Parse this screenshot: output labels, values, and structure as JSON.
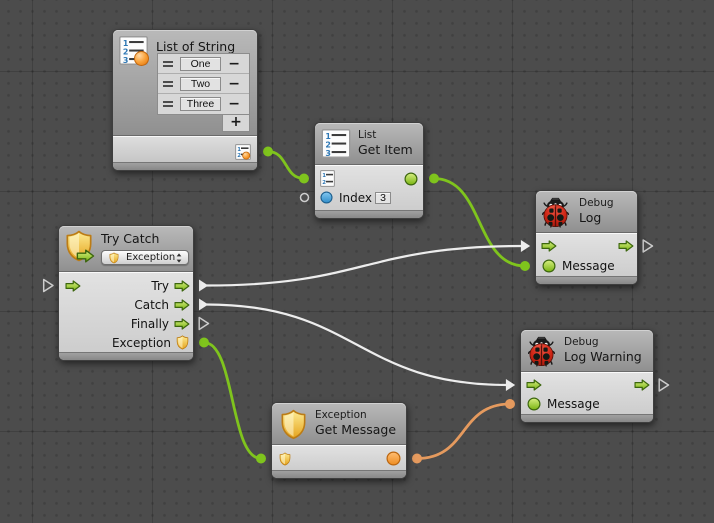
{
  "app": {
    "name": "visual-scripting-flow-graph"
  },
  "nodes": {
    "listOfString": {
      "title": "List of String",
      "items": [
        "One",
        "Two",
        "Three"
      ],
      "remove_label": "−",
      "add_label": "+"
    },
    "getItem": {
      "surtitle": "List",
      "title": "Get Item",
      "index_label": "Index",
      "index_value": "3"
    },
    "tryCatch": {
      "title": "Try Catch",
      "dropdown_value": "Exception",
      "port_try": "Try",
      "port_catch": "Catch",
      "port_finally": "Finally",
      "port_exception": "Exception"
    },
    "log": {
      "surtitle": "Debug",
      "title": "Log",
      "port_message": "Message"
    },
    "logWarning": {
      "surtitle": "Debug",
      "title": "Log Warning",
      "port_message": "Message"
    },
    "getMessage": {
      "surtitle": "Exception",
      "title": "Get Message"
    }
  },
  "colors": {
    "wire_control": "#ededed",
    "wire_value_green": "#7fc41d",
    "wire_value_orange": "#e59a5e",
    "marker_unconnected": "#cdcdcd"
  },
  "connections": [
    {
      "from": "p-a-out",
      "fromSide": "right",
      "to": "p-b-row1",
      "toSide": "left",
      "kind": "value",
      "color": "#7fc41d"
    },
    {
      "from": "p-b-row1",
      "fromSide": "right",
      "to": "p-d-row2",
      "toSide": "left",
      "kind": "value",
      "color": "#7fc41d"
    },
    {
      "from": "p-c-try",
      "fromSide": "right",
      "to": "p-d-row1",
      "toSide": "left",
      "kind": "control",
      "color": "#ededed"
    },
    {
      "from": "p-c-catch",
      "fromSide": "right",
      "to": "p-e-row1",
      "toSide": "left",
      "kind": "control",
      "color": "#ededed"
    },
    {
      "from": "p-c-exception",
      "fromSide": "right",
      "to": "p-f-row",
      "toSide": "left",
      "kind": "value",
      "color": "#7fc41d"
    },
    {
      "from": "p-f-row",
      "fromSide": "right",
      "to": "p-e-row2",
      "toSide": "left",
      "kind": "value",
      "color": "#e59a5e"
    }
  ],
  "unconnected_markers": [
    {
      "el": "p-c-try",
      "side": "left",
      "shape": "triangle"
    },
    {
      "el": "p-c-finally",
      "side": "right",
      "shape": "triangle"
    },
    {
      "el": "p-d-row1",
      "side": "right",
      "shape": "triangle"
    },
    {
      "el": "p-e-row1",
      "side": "right",
      "shape": "triangle"
    },
    {
      "el": "p-b-row2",
      "side": "left",
      "shape": "circle"
    }
  ]
}
